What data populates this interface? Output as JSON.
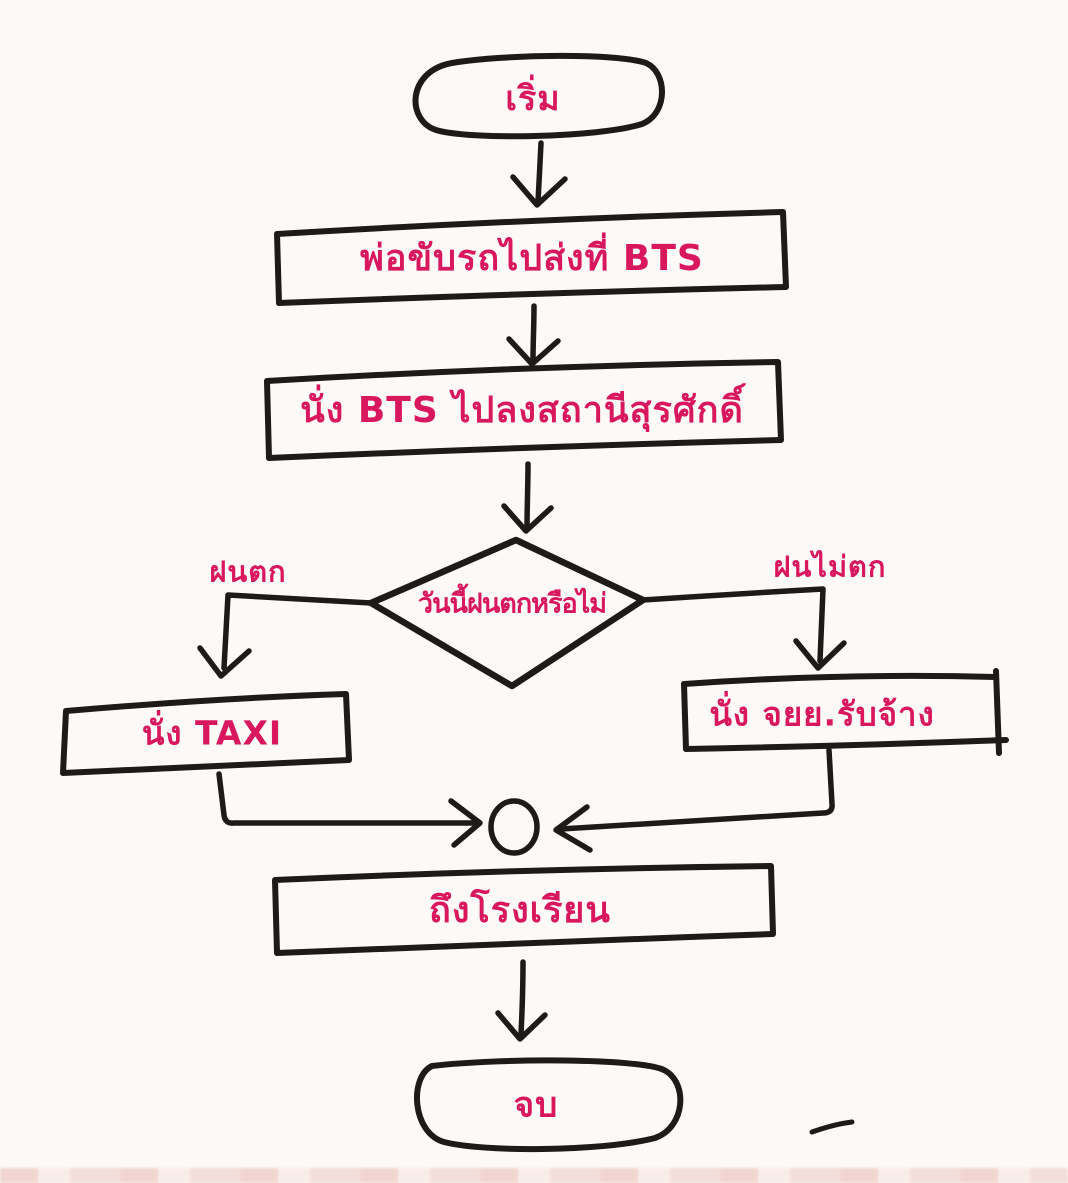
{
  "flowchart": {
    "title_hint": "hand-drawn Thai commute flowchart",
    "nodes": {
      "start": "เริ่ม",
      "step1": "พ่อขับรถไปส่งที่ BTS",
      "step2": "นั่ง BTS ไปลงสถานีสุรศักดิ์",
      "decision": "วันนี้ฝนตกหรือไม่",
      "branch_rain": "ฝนตก",
      "branch_no_rain": "ฝนไม่ตก",
      "taxi": "นั่ง TAXI",
      "motorbike": "นั่ง จยย.รับจ้าง",
      "arrive": "ถึงโรงเรียน",
      "end": "จบ"
    },
    "colors": {
      "ink": "#1d1a18",
      "text": "#d8175e",
      "background": "#fcf9f7"
    }
  }
}
